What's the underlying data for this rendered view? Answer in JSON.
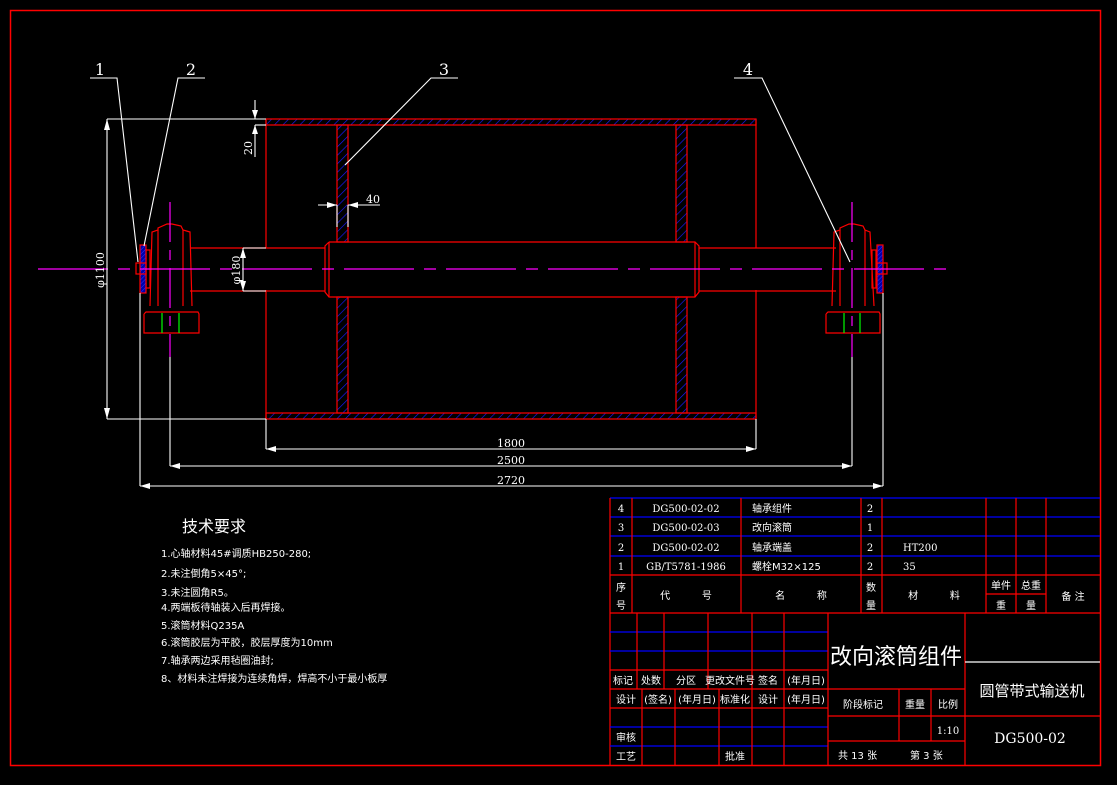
{
  "drawing": {
    "type": "CAD engineering drawing",
    "colors": {
      "background": "#000000",
      "outline": "#ff0000",
      "centerline": "#ff00ff",
      "hatch": "#0000ff",
      "dimension": "#ffffff",
      "accent": "#00ff00"
    },
    "balloons": [
      "1",
      "2",
      "3",
      "4"
    ],
    "dimensions": {
      "wall_thickness": "20",
      "plate_thickness": "40",
      "drum_diameter": "φ1100",
      "shaft_diameter": "φ180",
      "drum_length": "1800",
      "bearing_span": "2500",
      "overall_length": "2720"
    }
  },
  "tech_requirements": {
    "title": "技术要求",
    "items": [
      "1.心轴材料45#调质HB250-280;",
      "2.未注倒角5×45°;",
      "3.未注圆角R5。",
      "4.两端板待轴装入后再焊接。",
      "5.滚筒材料Q235A",
      "6.滚筒胶层为平胶，胶层厚度为10mm",
      "7.轴承两边采用毡圈油封;",
      "8、材料未注焊接为连续角焊，焊高不小于最小板厚"
    ]
  },
  "parts_list": {
    "rows": [
      {
        "no": "4",
        "code": "DG500-02-02",
        "name": "轴承组件",
        "qty": "2",
        "material": ""
      },
      {
        "no": "3",
        "code": "DG500-02-03",
        "name": "改向滚筒",
        "qty": "1",
        "material": ""
      },
      {
        "no": "2",
        "code": "DG500-02-02",
        "name": "轴承端盖",
        "qty": "2",
        "material": "HT200"
      },
      {
        "no": "1",
        "code": "GB/T5781-1986",
        "name": "螺栓M32×125",
        "qty": "2",
        "material": "35"
      }
    ],
    "header": {
      "no_top": "序",
      "no_bottom": "号",
      "code": "代          号",
      "name": "名          称",
      "qty_top": "数",
      "qty_bottom": "量",
      "material": "材          料",
      "unit_weight": "单件",
      "total_weight": "总重",
      "weight_bottom_1": "重",
      "weight_bottom_2": "量",
      "remark": "备 注"
    }
  },
  "title_block": {
    "revision_headers": [
      "标记",
      "处数",
      "分区",
      "更改文件号",
      "签名",
      "(年月日)"
    ],
    "sign_headers": [
      "设计",
      "(签名)",
      "(年月日)",
      "标准化",
      "设计",
      "(年月日)"
    ],
    "review_label": "审核",
    "process_label": "工艺",
    "approve_label": "批准",
    "drawing_name": "改向滚筒组件",
    "stage_mark_label": "阶段标记",
    "weight_label": "重量",
    "scale_label": "比例",
    "scale_value": "1:10",
    "sheets_total": "共 13 张",
    "sheet_number": "第 3 张",
    "machine_name": "圆管带式输送机",
    "drawing_number": "DG500-02"
  }
}
